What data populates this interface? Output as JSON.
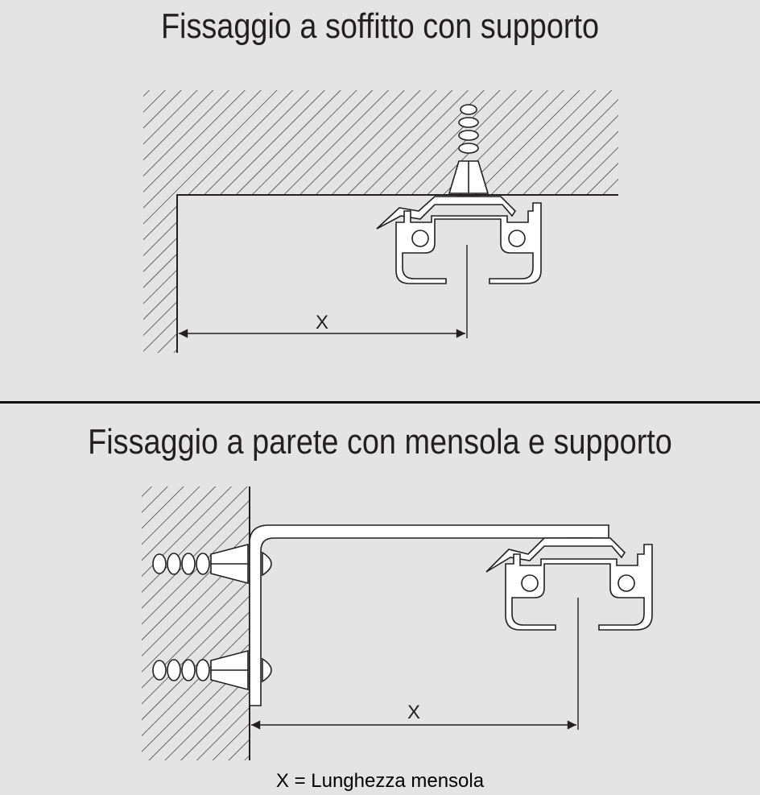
{
  "sections": {
    "top": {
      "title": "Fissaggio a soffitto con supporto",
      "dimension_label": "X"
    },
    "bottom": {
      "title": "Fissaggio a parete con mensola e supporto",
      "dimension_label": "X"
    }
  },
  "legend": "X = Lunghezza mensola",
  "colors": {
    "background": "#e4e4e4",
    "line": "#231f20",
    "profile_fill": "#ffffff"
  }
}
